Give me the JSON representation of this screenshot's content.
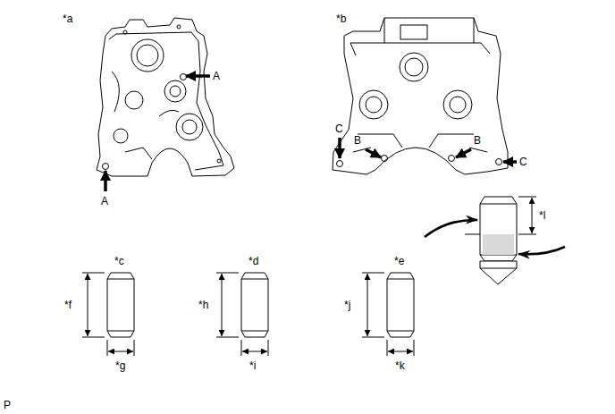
{
  "diagram": {
    "labels": [
      "*a",
      "*b",
      "A",
      "C",
      "B",
      "B",
      "C",
      "A",
      "*l",
      "*c",
      "*d",
      "*e",
      "*f",
      "*h",
      "*j",
      "*g",
      "*i",
      "*k",
      "P"
    ]
  }
}
